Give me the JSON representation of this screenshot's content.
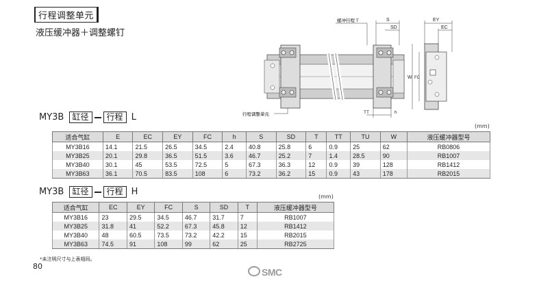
{
  "section_title": "行程调整单元",
  "subtitle": "液压缓冲器＋调整螺钉",
  "diagram": {
    "labels": {
      "buffer_stroke": "缓冲行程 T",
      "s": "S",
      "sd": "SD",
      "ey": "EY",
      "ec": "EC",
      "w": "W",
      "fc": "FC",
      "unit_label": "行程调整单元",
      "tt": "TT",
      "h": "h"
    }
  },
  "table_l": {
    "model": {
      "series": "MY3B",
      "bore": "缸径",
      "stroke": "行程",
      "suffix": "L"
    },
    "unit": "(mm)",
    "headers": [
      "适合气缸",
      "E",
      "EC",
      "EY",
      "FC",
      "h",
      "S",
      "SD",
      "T",
      "TT",
      "TU",
      "W",
      "液压缓冲器型号"
    ],
    "rows": [
      [
        "MY3B16",
        "14.1",
        "21.5",
        "26.5",
        "34.5",
        "2.4",
        "40.8",
        "25.8",
        "6",
        "0.9",
        "25",
        "62",
        "RB0806"
      ],
      [
        "MY3B25",
        "20.1",
        "29.8",
        "36.5",
        "51.5",
        "3.6",
        "46.7",
        "25.2",
        "7",
        "1.4",
        "28.5",
        "90",
        "RB1007"
      ],
      [
        "MY3B40",
        "30.1",
        "45",
        "53.5",
        "72.5",
        "5",
        "67.3",
        "36.3",
        "12",
        "0.9",
        "39",
        "128",
        "RB1412"
      ],
      [
        "MY3B63",
        "36.1",
        "70.5",
        "83.5",
        "108",
        "6",
        "73.2",
        "36.2",
        "15",
        "0.9",
        "43",
        "178",
        "RB2015"
      ]
    ]
  },
  "table_h": {
    "model": {
      "series": "MY3B",
      "bore": "缸径",
      "stroke": "行程",
      "suffix": "H"
    },
    "unit": "(mm)",
    "headers": [
      "适合气缸",
      "EC",
      "EY",
      "FC",
      "S",
      "SD",
      "T",
      "液压缓冲器型号"
    ],
    "rows": [
      [
        "MY3B16",
        "23",
        "29.5",
        "34.5",
        "46.7",
        "31.7",
        "7",
        "RB1007"
      ],
      [
        "MY3B25",
        "31.8",
        "41",
        "52.2",
        "67.3",
        "45.8",
        "12",
        "RB1412"
      ],
      [
        "MY3B40",
        "48",
        "60.5",
        "73.5",
        "73.2",
        "42.2",
        "15",
        "RB2015"
      ],
      [
        "MY3B63",
        "74.5",
        "91",
        "108",
        "99",
        "62",
        "25",
        "RB2725"
      ]
    ]
  },
  "footnote": "*未注明尺寸与上表相同。",
  "page_number": "80",
  "logo_text": "SMC"
}
